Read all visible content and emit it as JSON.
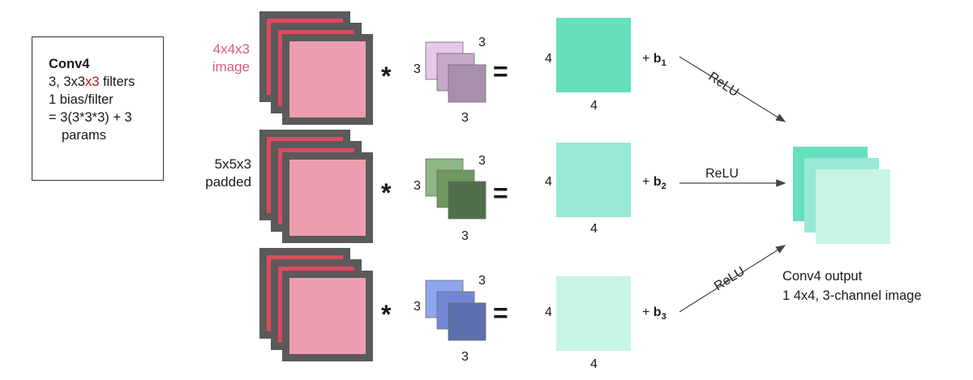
{
  "info_box": {
    "title": "Conv4",
    "line2_prefix": "3, 3x3",
    "line2_highlight": "x3",
    "line2_suffix": " filters",
    "line3": "1 bias/filter",
    "line4": "= 3(3*3*3) + 3",
    "line5": "params"
  },
  "input": {
    "label_line1": "4x4x3",
    "label_line2": "image",
    "padded_line1": "5x5x3",
    "padded_line2": "padded"
  },
  "operators": {
    "convolve": "*",
    "equals": "="
  },
  "filters": [
    {
      "size_top": "3",
      "size_left": "3",
      "size_bottom": "3",
      "colors": [
        "#e7c9e9",
        "#c6a9c9",
        "#a890ad"
      ]
    },
    {
      "size_top": "3",
      "size_left": "3",
      "size_bottom": "3",
      "colors": [
        "#8fb784",
        "#6f975f",
        "#4f6e4b"
      ]
    },
    {
      "size_top": "3",
      "size_left": "3",
      "size_bottom": "3",
      "colors": [
        "#8fa6ee",
        "#7288d4",
        "#5e6fb0"
      ]
    }
  ],
  "outputs": [
    {
      "size_left": "4",
      "size_bottom": "4",
      "color": "#66dfbd"
    },
    {
      "size_left": "4",
      "size_bottom": "4",
      "color": "#98e9d7"
    },
    {
      "size_left": "4",
      "size_bottom": "4",
      "color": "#c6f5e3"
    }
  ],
  "biases": [
    {
      "plus": "+ ",
      "letter": "b",
      "sub": "1"
    },
    {
      "plus": "+ ",
      "letter": "b",
      "sub": "2"
    },
    {
      "plus": "+ ",
      "letter": "b",
      "sub": "3"
    }
  ],
  "activation": [
    "ReLU",
    "ReLU",
    "ReLU"
  ],
  "output_stack": {
    "colors": [
      "#66dfbd",
      "#98e9d7",
      "#c6f5e3"
    ],
    "label_line1": "Conv4 output",
    "label_line2": "1 4x4, 3-channel image"
  },
  "colors": {
    "image_fill": "#ec9eb0",
    "image_border": "#5a5a5a",
    "image_edge": "#e0485f",
    "arrow": "#444444"
  }
}
